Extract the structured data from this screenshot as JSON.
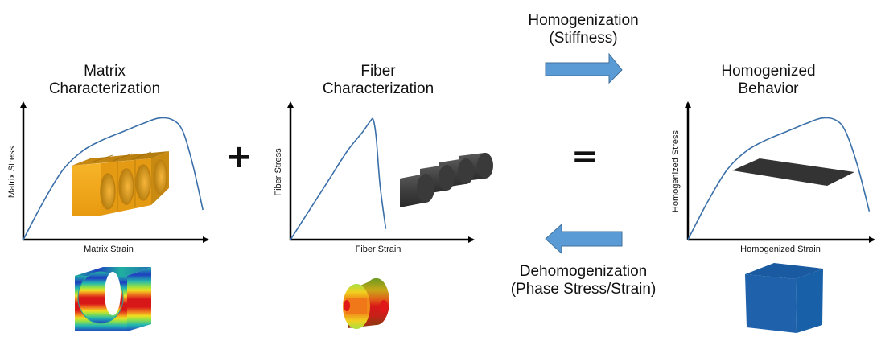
{
  "panels": [
    {
      "id": "matrix",
      "title_line1": "Matrix",
      "title_line2": "Characterization",
      "xlabel": "Matrix Strain",
      "ylabel": "Matrix Stress",
      "curve": [
        [
          0,
          0
        ],
        [
          0.1,
          0.28
        ],
        [
          0.2,
          0.52
        ],
        [
          0.3,
          0.66
        ],
        [
          0.4,
          0.74
        ],
        [
          0.5,
          0.8
        ],
        [
          0.6,
          0.86
        ],
        [
          0.68,
          0.9
        ],
        [
          0.75,
          0.885
        ],
        [
          0.8,
          0.8
        ],
        [
          0.85,
          0.55
        ],
        [
          0.9,
          0.22
        ]
      ],
      "model": "matrix-unit-cells",
      "result": "matrix-fe-contour"
    },
    {
      "id": "fiber",
      "title_line1": "Fiber",
      "title_line2": "Characterization",
      "xlabel": "Fiber Strain",
      "ylabel": "Fiber Stress",
      "curve": [
        [
          0,
          0
        ],
        [
          0.1,
          0.22
        ],
        [
          0.2,
          0.44
        ],
        [
          0.3,
          0.66
        ],
        [
          0.38,
          0.8
        ],
        [
          0.42,
          0.88
        ],
        [
          0.435,
          0.885
        ],
        [
          0.45,
          0.75
        ],
        [
          0.47,
          0.4
        ],
        [
          0.5,
          0.08
        ]
      ],
      "model": "fiber-cylinders",
      "result": "fiber-fe-contour"
    },
    {
      "id": "homogenized",
      "title_line1": "Homogenized",
      "title_line2": "Behavior",
      "xlabel": "Homogenized Strain",
      "ylabel": "Homogenized Stress",
      "curve": [
        [
          0,
          0
        ],
        [
          0.1,
          0.28
        ],
        [
          0.2,
          0.52
        ],
        [
          0.3,
          0.66
        ],
        [
          0.4,
          0.74
        ],
        [
          0.5,
          0.8
        ],
        [
          0.6,
          0.86
        ],
        [
          0.68,
          0.9
        ],
        [
          0.75,
          0.885
        ],
        [
          0.8,
          0.8
        ],
        [
          0.86,
          0.55
        ],
        [
          0.92,
          0.21
        ]
      ],
      "model": "homogenized-plate",
      "result": "homogenized-cube"
    }
  ],
  "operators": {
    "plus": "+",
    "equals": "="
  },
  "homogenization": {
    "line1": "Homogenization",
    "line2": "(Stiffness)"
  },
  "dehomogenization": {
    "line1": "Dehomogenization",
    "line2": "(Phase Stress/Strain)"
  },
  "colors": {
    "curve": "#3a6fa8",
    "arrow": "#5b9bd5",
    "arrow_stroke": "#41719c",
    "matrix_gold": "#f5a91c",
    "fiber_gray": "#4a4a4a",
    "plate": "#333333",
    "cube": "#1f5fa8"
  }
}
